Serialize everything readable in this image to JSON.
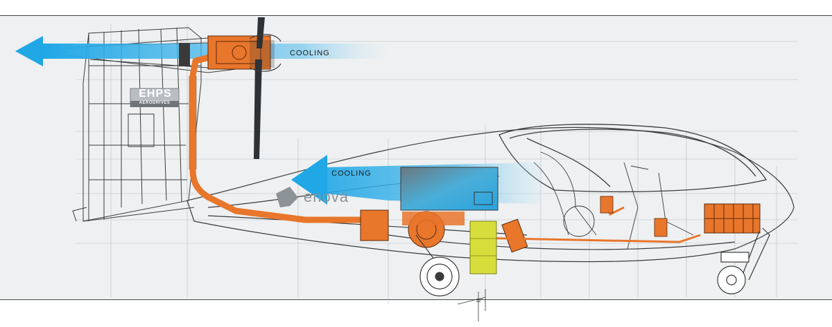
{
  "labels": {
    "cooling_top": "COOLING",
    "cooling_mid": "COOLING",
    "logo_main": "EHPS",
    "logo_sub": "AERODRIVES",
    "brand": "enova",
    "dimension_note": "12°"
  },
  "colors": {
    "background_band": "#eef0f1",
    "line": "#3a3a3a",
    "orange": "#e8762b",
    "cooling_blue": "#1fa7e6",
    "battery_yellow": "#d7dd3a",
    "gray_box": "#8e989e"
  }
}
